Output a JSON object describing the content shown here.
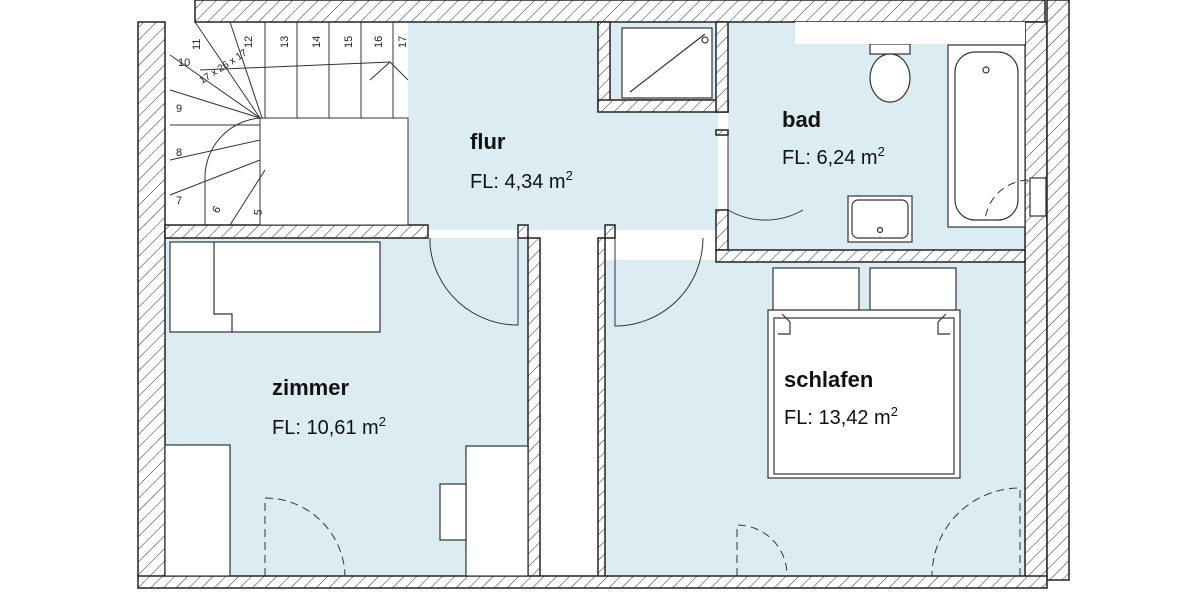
{
  "colors": {
    "room_fill": "#dcecf3",
    "wall_stroke": "#222222",
    "hatch": "#333333",
    "furniture_fill": "#ffffff"
  },
  "rooms": [
    {
      "id": "flur",
      "name": "flur",
      "area_text": "FL: 4,34 m",
      "sup": "2"
    },
    {
      "id": "bad",
      "name": "bad",
      "area_text": "FL: 6,24 m",
      "sup": "2"
    },
    {
      "id": "zimmer",
      "name": "zimmer",
      "area_text": "FL: 10,61 m",
      "sup": "2"
    },
    {
      "id": "schlafen",
      "name": "schlafen",
      "area_text": "FL: 13,42 m",
      "sup": "2"
    }
  ],
  "stair": {
    "dimension_label": "17 x 26 x 17",
    "step_numbers": [
      "5",
      "6",
      "7",
      "8",
      "9",
      "10",
      "11",
      "12",
      "13",
      "14",
      "15",
      "16",
      "17"
    ]
  }
}
